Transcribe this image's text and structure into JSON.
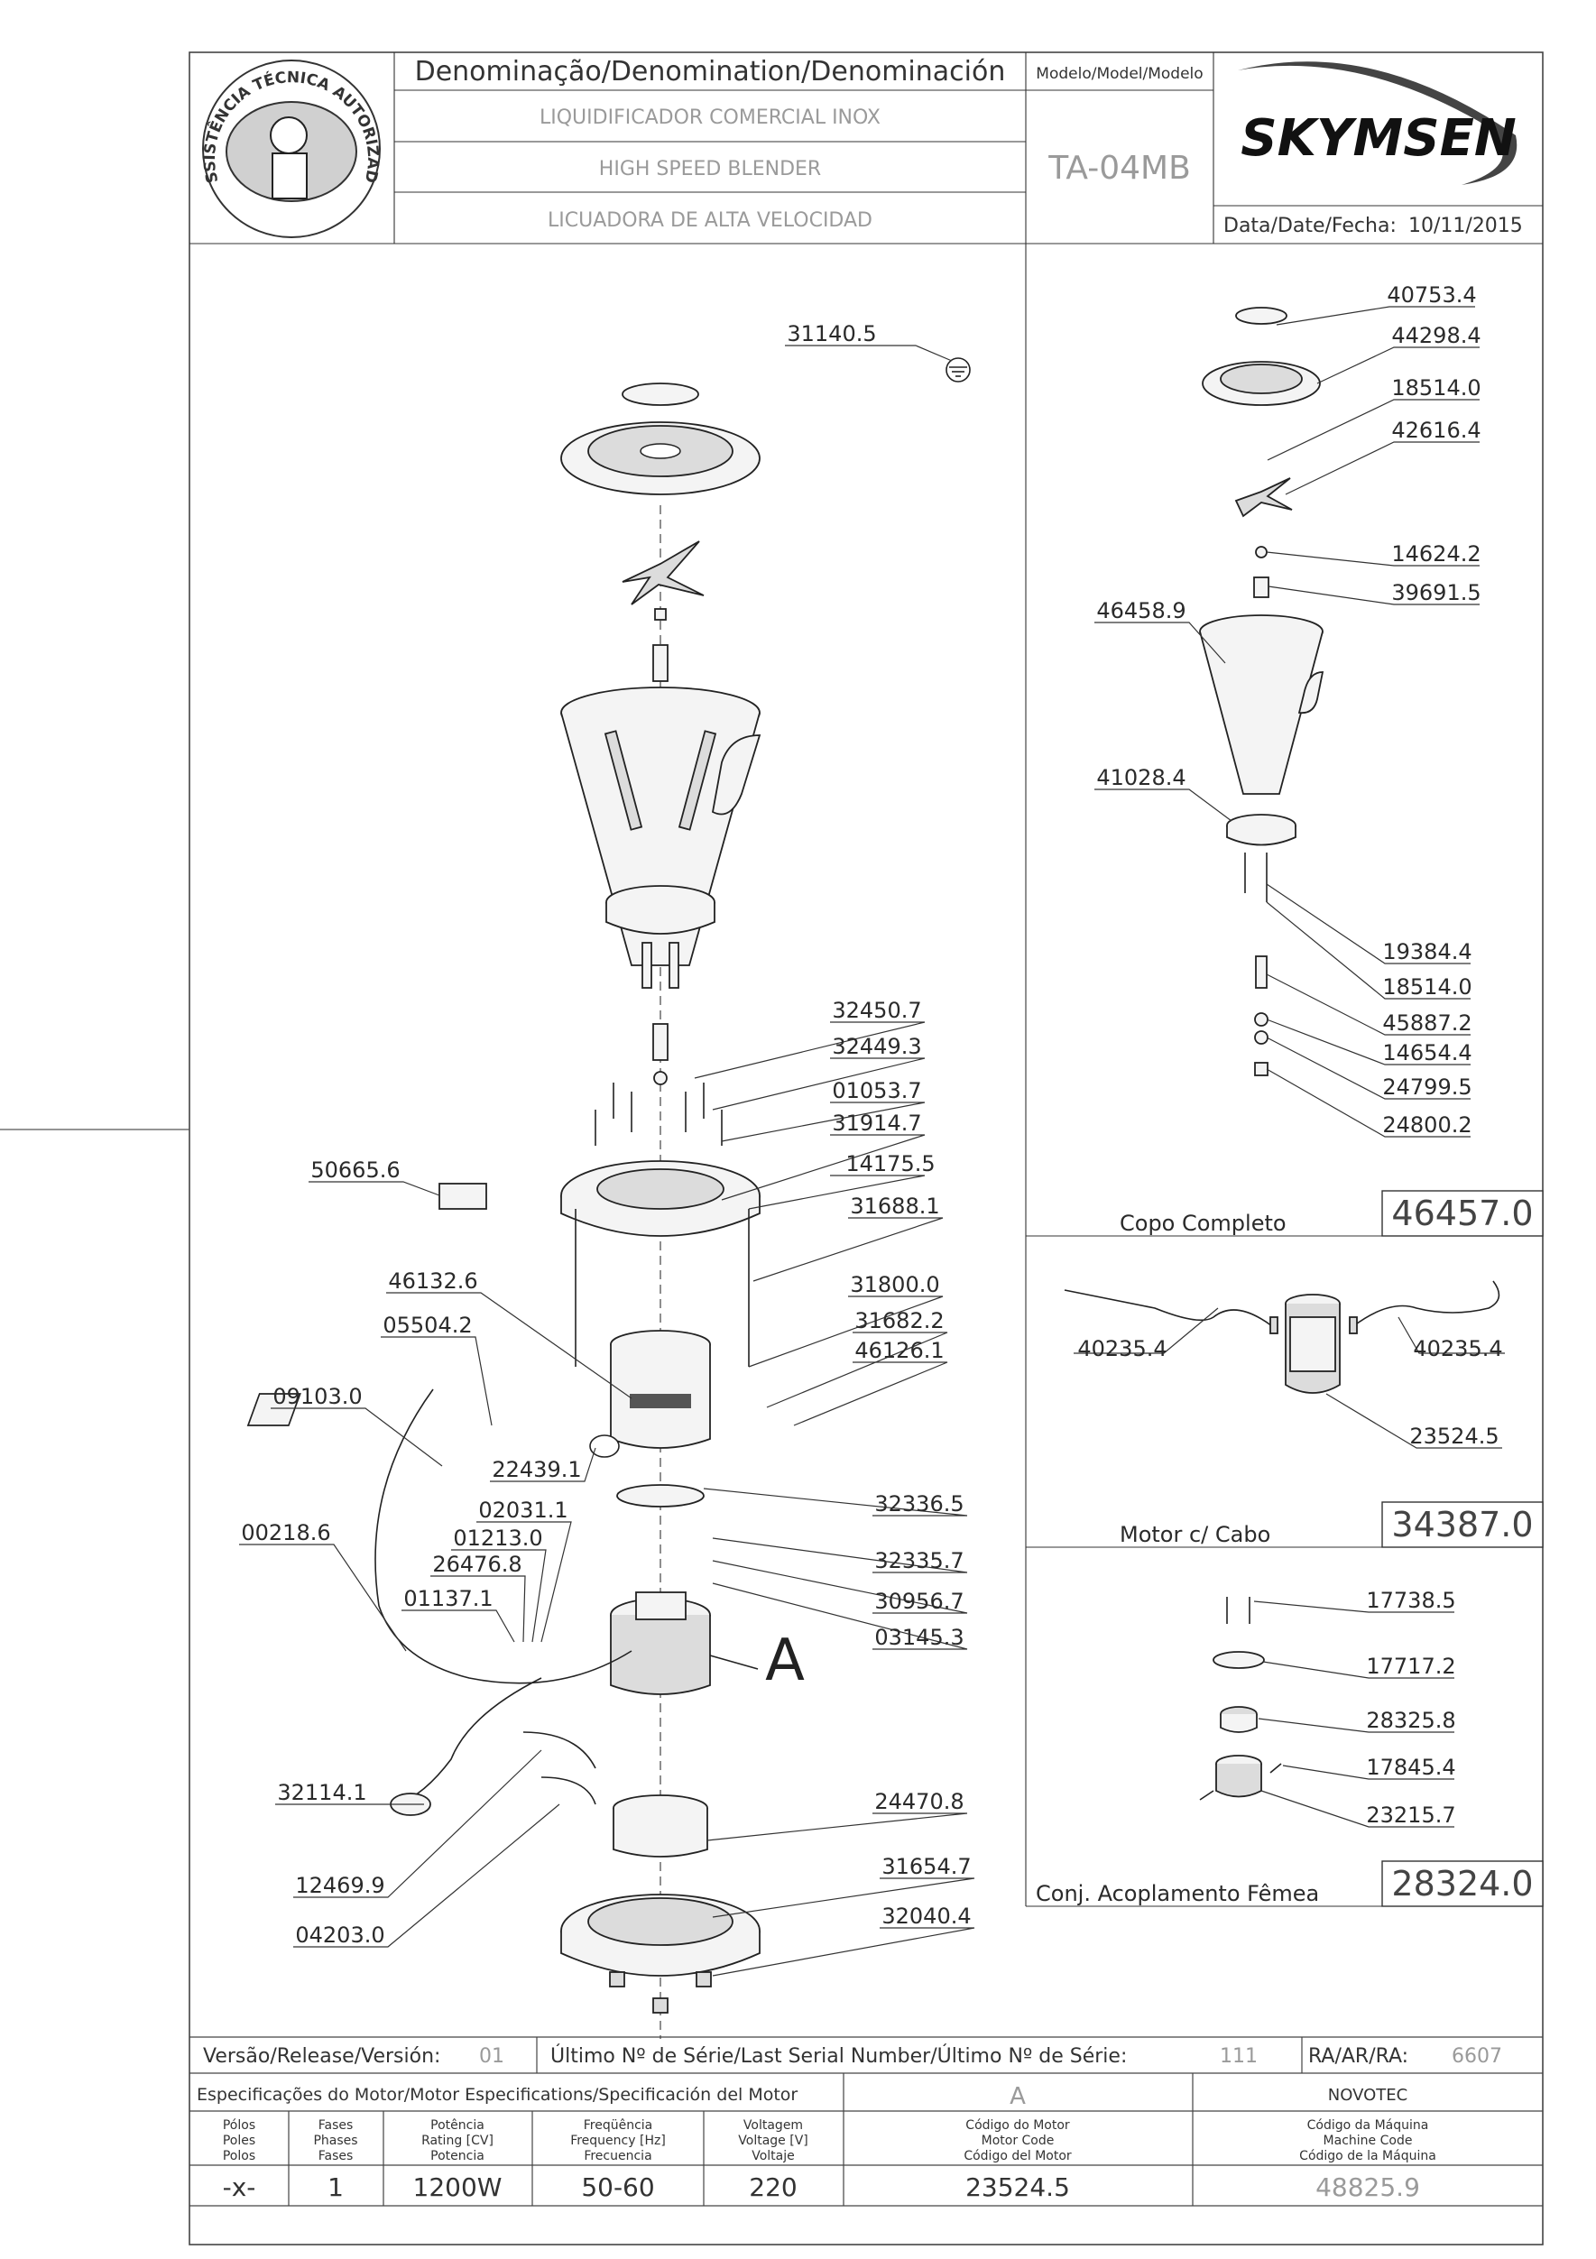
{
  "header": {
    "denomination_label": "Denominação/Denomination/Denominación",
    "model_label": "Modelo/Model/Modelo",
    "name_pt": "LIQUIDIFICADOR COMERCIAL INOX",
    "name_en": "HIGH SPEED BLENDER",
    "name_es": "LICUADORA DE ALTA VELOCIDAD",
    "model": "TA-04MB",
    "brand": "SKYMSEN",
    "date_label": "Data/Date/Fecha:",
    "date": "10/11/2015",
    "seal_text": "ASSISTÊNCIA TÉCNICA AUTORIZADA"
  },
  "main_parts": [
    {
      "code": "31140.5"
    },
    {
      "code": "32450.7"
    },
    {
      "code": "32449.3"
    },
    {
      "code": "01053.7"
    },
    {
      "code": "31914.7"
    },
    {
      "code": "14175.5"
    },
    {
      "code": "31688.1"
    },
    {
      "code": "50665.6"
    },
    {
      "code": "46132.6"
    },
    {
      "code": "05504.2"
    },
    {
      "code": "09103.0"
    },
    {
      "code": "31800.0"
    },
    {
      "code": "31682.2"
    },
    {
      "code": "46126.1"
    },
    {
      "code": "22439.1"
    },
    {
      "code": "32336.5"
    },
    {
      "code": "00218.6"
    },
    {
      "code": "02031.1"
    },
    {
      "code": "01213.0"
    },
    {
      "code": "26476.8"
    },
    {
      "code": "01137.1"
    },
    {
      "code": "32335.7"
    },
    {
      "code": "30956.7"
    },
    {
      "code": "03145.3"
    },
    {
      "code": "32114.1"
    },
    {
      "code": "24470.8"
    },
    {
      "code": "31654.7"
    },
    {
      "code": "32040.4"
    },
    {
      "code": "12469.9"
    },
    {
      "code": "04203.0"
    }
  ],
  "detail_label": "A",
  "sections": {
    "copo": {
      "title": "Copo Completo",
      "code": "46457.0",
      "parts": [
        {
          "code": "40753.4"
        },
        {
          "code": "44298.4"
        },
        {
          "code": "18514.0"
        },
        {
          "code": "42616.4"
        },
        {
          "code": "14624.2"
        },
        {
          "code": "39691.5"
        },
        {
          "code": "46458.9"
        },
        {
          "code": "41028.4"
        },
        {
          "code": "19384.4"
        },
        {
          "code": "18514.0"
        },
        {
          "code": "45887.2"
        },
        {
          "code": "14654.4"
        },
        {
          "code": "24799.5"
        },
        {
          "code": "24800.2"
        }
      ]
    },
    "motor": {
      "title": "Motor c/ Cabo",
      "code": "34387.0",
      "parts": [
        {
          "code": "40235.4"
        },
        {
          "code": "40235.4"
        },
        {
          "code": "23524.5"
        }
      ]
    },
    "acoplamento": {
      "title": "Conj. Acoplamento Fêmea",
      "code": "28324.0",
      "parts": [
        {
          "code": "17738.5"
        },
        {
          "code": "17717.2"
        },
        {
          "code": "28325.8"
        },
        {
          "code": "17845.4"
        },
        {
          "code": "23215.7"
        }
      ]
    }
  },
  "footer": {
    "version_label": "Versão/Release/Versión:",
    "version": "01",
    "serial_label": "Último Nº de Série/Last Serial Number/Último Nº de Série:",
    "serial": "111",
    "ra_label": "RA/AR/RA:",
    "ra": "6607",
    "motor_spec_label": "Especificações do Motor/Motor Especifications/Specificación del Motor",
    "motor_spec_value": "A",
    "maker": "NOVOTEC",
    "columns": [
      {
        "pt": "Pólos",
        "en": "Poles",
        "es": "Polos",
        "value": "-x-"
      },
      {
        "pt": "Fases",
        "en": "Phases",
        "es": "Fases",
        "value": "1"
      },
      {
        "pt": "Potência",
        "en": "Rating [CV]",
        "es": "Potencia",
        "value": "1200W"
      },
      {
        "pt": "Freqüência",
        "en": "Frequency [Hz]",
        "es": "Frecuencia",
        "value": "50-60"
      },
      {
        "pt": "Voltagem",
        "en": "Voltage [V]",
        "es": "Voltaje",
        "value": "220"
      },
      {
        "pt": "Código do Motor",
        "en": "Motor Code",
        "es": "Código del Motor",
        "value": "23524.5"
      },
      {
        "pt": "Código da Máquina",
        "en": "Machine Code",
        "es": "Código de la Máquina",
        "value": "48825.9"
      }
    ]
  }
}
